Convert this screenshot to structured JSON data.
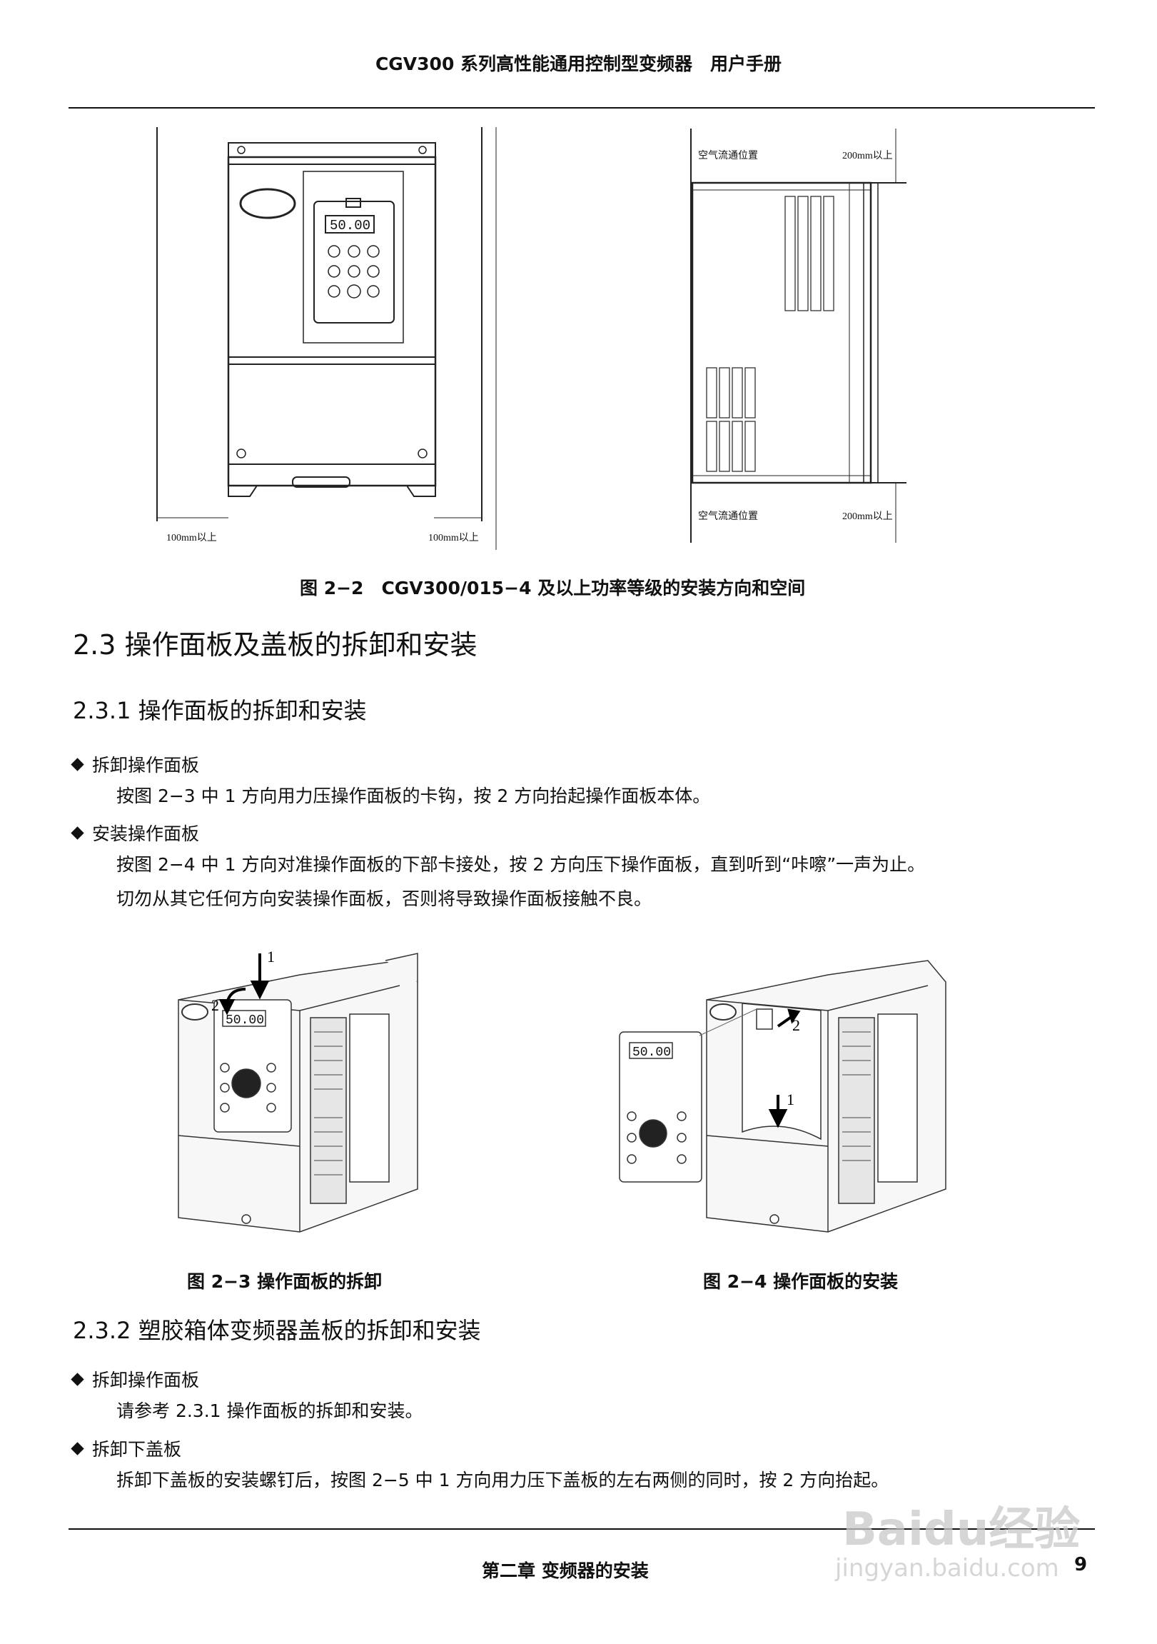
{
  "header": {
    "title": "CGV300 系列高性能通用控制型变频器　用户手册"
  },
  "figure_2_2": {
    "caption": "图 2−2　CGV300/015−4 及以上功率等级的安装方向和空间",
    "display_value": "50.00",
    "left_gap_label": "100mm以上",
    "right_gap_label": "100mm以上",
    "airflow_top_label": "空气流通位置",
    "airflow_bottom_label": "空气流通位置",
    "top_gap_label": "200mm以上",
    "bottom_gap_label": "200mm以上"
  },
  "section_2_3": {
    "title": "2.3 操作面板及盖板的拆卸和安装"
  },
  "section_2_3_1": {
    "title": "2.3.1 操作面板的拆卸和安装",
    "bullet1": {
      "label": "拆卸操作面板",
      "text": "按图 2−3 中 1 方向用力压操作面板的卡钩，按 2 方向抬起操作面板本体。"
    },
    "bullet2": {
      "label": "安装操作面板",
      "text1": "按图 2−4 中 1 方向对准操作面板的下部卡接处，按 2 方向压下操作面板，直到听到“咔嚓”一声为止。",
      "text2": "切勿从其它任何方向安装操作面板，否则将导致操作面板接触不良。"
    }
  },
  "figure_2_3": {
    "caption": "图 2−3  操作面板的拆卸",
    "display_value": "50.00",
    "arrow1": "1",
    "arrow2": "2"
  },
  "figure_2_4": {
    "caption": "图 2−4  操作面板的安装",
    "display_value": "50.00",
    "arrow1": "1",
    "arrow2": "2"
  },
  "section_2_3_2": {
    "title": "2.3.2 塑胶箱体变频器盖板的拆卸和安装",
    "bullet1": {
      "label": "拆卸操作面板",
      "text": "请参考 2.3.1 操作面板的拆卸和安装。"
    },
    "bullet2": {
      "label": "拆卸下盖板",
      "text": "拆卸下盖板的安装螺钉后，按图 2−5 中 1 方向用力压下盖板的左右两侧的同时，按 2 方向抬起。"
    }
  },
  "footer": {
    "chapter": "第二章  变频器的安装",
    "page": "9"
  },
  "watermark": {
    "logo": "Baidu经验",
    "url": "jingyan.baidu.com"
  }
}
